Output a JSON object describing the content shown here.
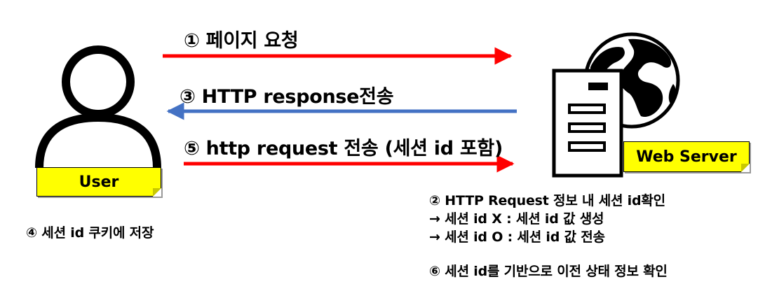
{
  "steps": {
    "s1": "① 페이지 요청",
    "s3": "③ HTTP response전송",
    "s5": "⑤ http request 전송 (세션 id 포함)",
    "s4": "④ 세션 id 쿠키에 저장",
    "s2": {
      "line1": "② HTTP Request 정보 내 세션 id확인",
      "line2": "→ 세션 id X : 세션 id 값 생성",
      "line3": "→ 세션 id O : 세션 id 값 전송"
    },
    "s6": "⑥ 세션 id를 기반으로 이전 상태 정보 확인"
  },
  "labels": {
    "user": "User",
    "server": "Web Server"
  },
  "colors": {
    "request_arrow": "#ff0000",
    "response_arrow": "#4472c4",
    "label_bg": "#ffff00"
  },
  "icons": {
    "user": "person-icon",
    "server": "server-icon",
    "globe": "globe-icon"
  }
}
